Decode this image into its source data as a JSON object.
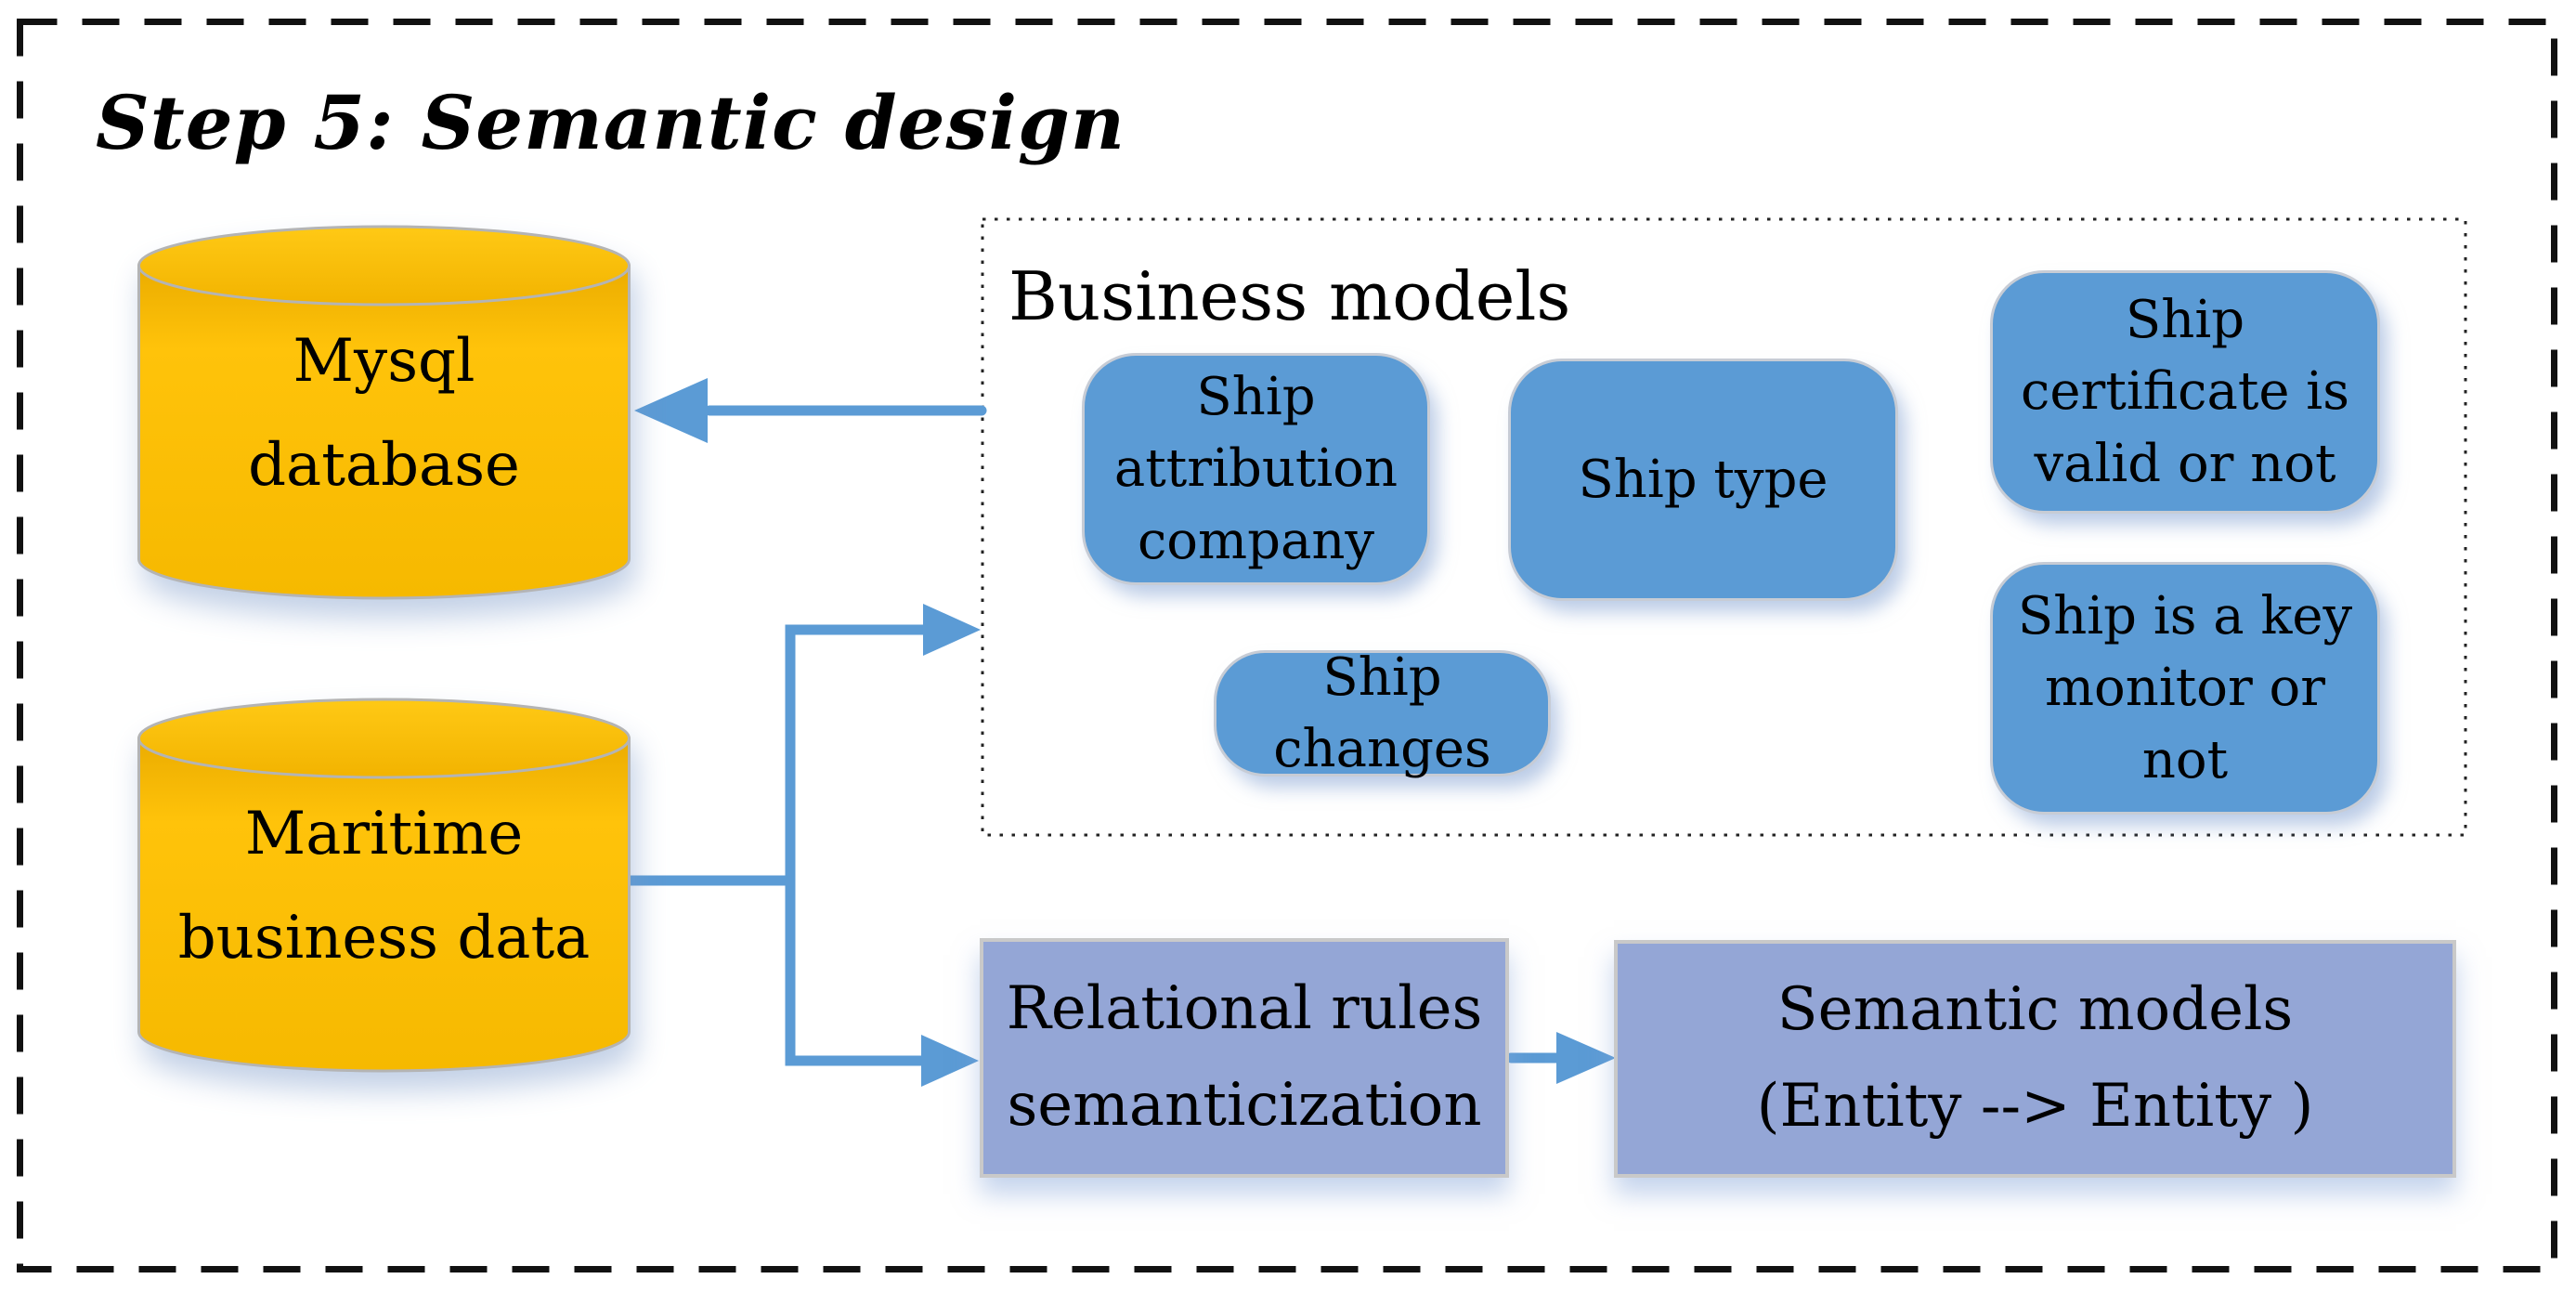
{
  "title": "Step 5: Semantic design",
  "colors": {
    "gold": "#FFC000",
    "gold-dark": "#EBAC00",
    "box-blue": "#5B9BD5",
    "rect-blue": "#94A6D6",
    "arrow-blue": "#5B9BD5"
  },
  "cylinders": [
    {
      "id": "mysql-database",
      "label": "Mysql\ndatabase"
    },
    {
      "id": "maritime-business-data",
      "label": "Maritime\nbusiness data"
    }
  ],
  "business_models": {
    "label": "Business models",
    "boxes": [
      {
        "id": "ship-attribution-company",
        "label": "Ship\nattribution\ncompany"
      },
      {
        "id": "ship-type",
        "label": "Ship type"
      },
      {
        "id": "ship-certificate",
        "label": "Ship\ncertificate is\nvalid or not"
      },
      {
        "id": "ship-changes",
        "label": "Ship changes"
      },
      {
        "id": "ship-key-monitor",
        "label": "Ship is a key\nmonitor or\nnot"
      }
    ]
  },
  "process": {
    "relational_rules": "Relational rules\nsemanticization",
    "semantic_models": "Semantic models\n(Entity --> Entity )"
  }
}
